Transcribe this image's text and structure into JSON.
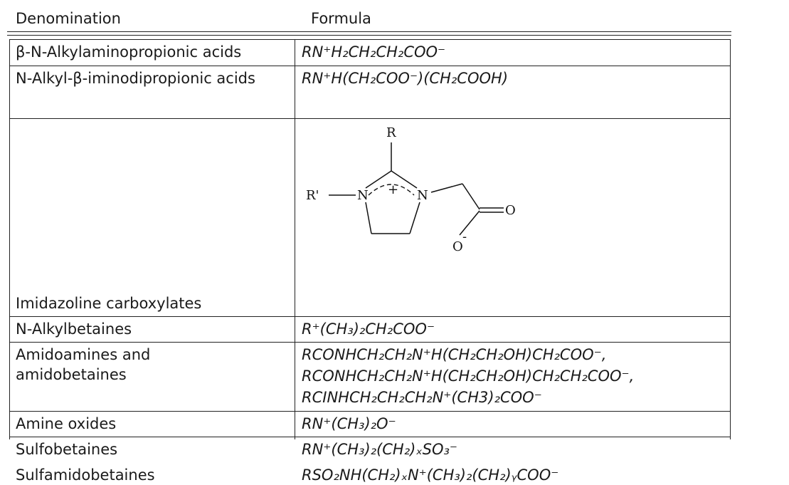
{
  "table": {
    "headers": [
      "Denomination",
      "Formula"
    ],
    "rows": [
      {
        "name": "β-N-Alkylaminopropionic acids",
        "formula": [
          "RN⁺H₂CH₂CH₂COO⁻"
        ]
      },
      {
        "name": "N-Alkyl-β-iminodipropionic acids",
        "formula": [
          "RN⁺H(CH₂COO⁻)(CH₂COOH)"
        ]
      },
      {
        "name": "Imidazoline carboxylates",
        "formula": []
      },
      {
        "name": "N-Alkylbetaines",
        "formula": [
          "R⁺(CH₃)₂CH₂COO⁻"
        ]
      },
      {
        "name": "Amidoamines and amidobetaines",
        "formula": [
          "RCONHCH₂CH₂N⁺H(CH₂CH₂OH)CH₂COO⁻,",
          "RCONHCH₂CH₂N⁺H(CH₂CH₂OH)CH₂CH₂COO⁻,",
          "RCINHCH₂CH₂CH₂N⁺(CH3)₂COO⁻"
        ]
      },
      {
        "name": "Amine oxides",
        "formula": [
          "RN⁺(CH₃)₂O⁻"
        ]
      },
      {
        "name": "Sulfobetaines",
        "formula": [
          "RN⁺(CH₃)₂(CH₂)ₓSO₃⁻"
        ]
      },
      {
        "name": "Sulfamidobetaines",
        "formula": [
          "RSO₂NH(CH₂)ₓN⁺(CH₃)₂(CH₂)ᵧCOO⁻"
        ]
      }
    ]
  },
  "structure": {
    "atoms": {
      "r_top": "R",
      "r_prime": "R'",
      "n_left": "N",
      "n_right": "N",
      "plus": "+",
      "o_double": "O",
      "o_minus": "O",
      "minus": "-"
    }
  }
}
